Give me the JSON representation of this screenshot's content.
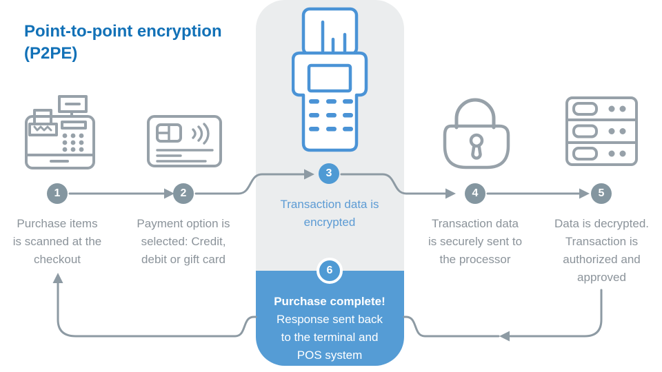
{
  "title": "Point-to-point encryption\n(P2PE)",
  "steps": [
    {
      "number": "1",
      "icon": "cash-register-icon",
      "caption": "Purchase items\nis scanned at the\ncheckout"
    },
    {
      "number": "2",
      "icon": "credit-card-icon",
      "caption": "Payment option is\nselected: Credit,\ndebit or gift card"
    },
    {
      "number": "3",
      "icon": "payment-terminal-icon",
      "caption": "Transaction data is\nencrypted",
      "highlighted": true
    },
    {
      "number": "4",
      "icon": "padlock-icon",
      "caption": "Transaction data\nis securely sent to\nthe processor"
    },
    {
      "number": "5",
      "icon": "server-icon",
      "caption": "Data is decrypted.\nTransaction is\nauthorized and\napproved"
    },
    {
      "number": "6",
      "headline": "Purchase complete!",
      "caption": "Response sent back\nto the terminal and\nPOS system",
      "highlighted": true
    }
  ],
  "colors": {
    "title_blue": "#1271b7",
    "accent_blue": "#4f9ad4",
    "box_blue": "#559cd5",
    "terminal_blue": "#4a93d6",
    "caption_blue": "#5c9bd4",
    "badge_gray": "#8496a0",
    "arrow_gray": "#8d9aa3",
    "icon_gray": "#97a1a9",
    "caption_gray": "#8b939a",
    "column_bg": "#ebedee"
  }
}
